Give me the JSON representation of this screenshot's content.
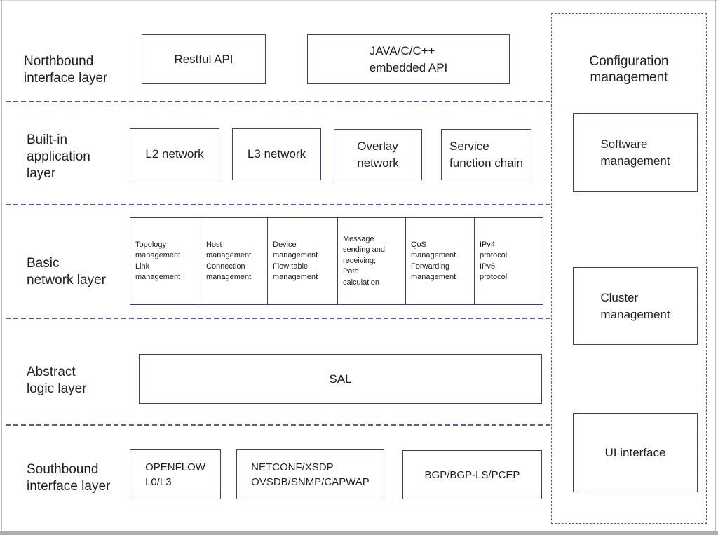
{
  "layers": {
    "northbound": {
      "label": "Northbound\ninterface layer",
      "boxes": {
        "restful_api": "Restful API",
        "embedded_api": "JAVA/C/C++\nembedded API"
      }
    },
    "builtin": {
      "label": "Built-in\napplication\nlayer",
      "boxes": {
        "l2_network": "L2 network",
        "l3_network": "L3 network",
        "overlay_network": "Overlay\nnetwork",
        "service_function_chain": "Service\nfunction chain"
      }
    },
    "basic": {
      "label": "Basic\nnetwork layer",
      "cells": [
        "Topology\nmanagement\nLink\nmanagement",
        "Host\nmanagement\nConnection\nmanagement",
        "Device\nmanagement\nFlow table\nmanagement",
        "Message\nsending and\nreceiving;\nPath\ncalculation",
        "QoS\nmanagement\nForwarding\nmanagement",
        "IPv4\nprotocol\nIPv6\nprotocol"
      ]
    },
    "abstract": {
      "label": "Abstract\nlogic layer",
      "boxes": {
        "sal": "SAL"
      }
    },
    "southbound": {
      "label": "Southbound\ninterface layer",
      "boxes": {
        "openflow": "OPENFLOW\nL0/L3",
        "netconf": "NETCONF/XSDP\nOVSDB/SNMP/CAPWAP",
        "bgp": "BGP/BGP-LS/PCEP"
      }
    }
  },
  "management_column": {
    "title": "Configuration\nmanagement",
    "boxes": {
      "software": "Software\nmanagement",
      "cluster": "Cluster\nmanagement",
      "ui": "UI interface"
    }
  },
  "colors": {
    "box_border": "#3c3c90",
    "dashed_line": "#5959b3",
    "text": "#1f1f1f",
    "frame_gray": "#bdbdbd",
    "bottom_bar_gray": "#aeaeae"
  }
}
